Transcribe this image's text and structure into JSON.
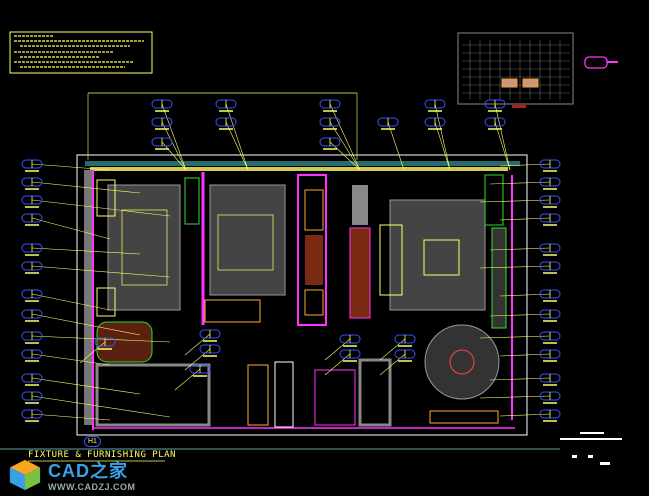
{
  "drawing": {
    "title": "FIXTURE & FURNISHING PLAN",
    "grid_label": "H1"
  },
  "watermark": {
    "brand": "CAD之家",
    "url": "WWW.CADZJ.COM"
  },
  "colors": {
    "background": "#000000",
    "annotation": "#ffff66",
    "wall": "#ff33ff",
    "tag": "#3355ff",
    "furniture": "#ffffff",
    "fill": "#888888"
  }
}
